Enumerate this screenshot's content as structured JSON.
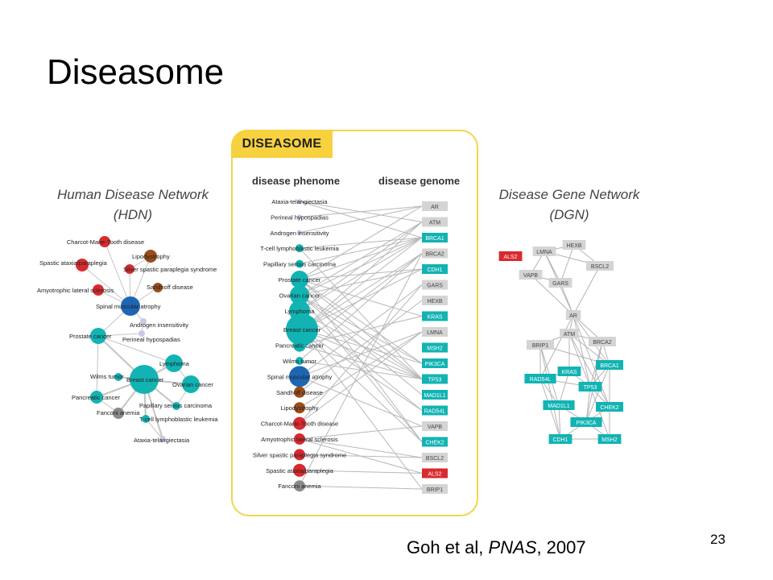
{
  "slide": {
    "title": "Diseasome",
    "page_number": "23",
    "citation": {
      "authors": "Goh et al, ",
      "journal": "PNAS",
      "year": ", 2007"
    }
  },
  "colors": {
    "teal": "#12b3b3",
    "red": "#d92a2f",
    "blue": "#1e66b4",
    "brown": "#9a4c1a",
    "gray": "#8a8a8a",
    "lavender": "#c9c9e8",
    "yellow": "#f7d13e",
    "lightgray": "#d4d4d4"
  },
  "center": {
    "tag": "DISEASOME",
    "phenome_heading": "disease phenome",
    "genome_heading": "disease genome",
    "diseases": [
      {
        "label": "Ataxia-telangiectasia",
        "color": "lavender",
        "size": 3
      },
      {
        "label": "Perineal hypospadias",
        "color": "lavender",
        "size": 3
      },
      {
        "label": "Androgen insensitivity",
        "color": "lavender",
        "size": 3
      },
      {
        "label": "T-cell lymphoblastic leukemia",
        "color": "teal",
        "size": 5
      },
      {
        "label": "Papillary serous carcinoma",
        "color": "teal",
        "size": 5
      },
      {
        "label": "Prostate cancer",
        "color": "teal",
        "size": 11
      },
      {
        "label": "Ovarian cancer",
        "color": "teal",
        "size": 12
      },
      {
        "label": "Lymphoma",
        "color": "teal",
        "size": 13
      },
      {
        "label": "Breast cancer",
        "color": "teal",
        "size": 20
      },
      {
        "label": "Pancreatic cancer",
        "color": "teal",
        "size": 8
      },
      {
        "label": "Wilms tumor",
        "color": "teal",
        "size": 5
      },
      {
        "label": "Spinal muscular atrophy",
        "color": "blue",
        "size": 13
      },
      {
        "label": "Sandhoff disease",
        "color": "brown",
        "size": 7
      },
      {
        "label": "Lipodystrophy",
        "color": "brown",
        "size": 7
      },
      {
        "label": "Charcot-Marie-Tooth disease",
        "color": "red",
        "size": 8
      },
      {
        "label": "Amyotrophic lateral sclerosis",
        "color": "red",
        "size": 7
      },
      {
        "label": "Silver spastic paraplegia syndrome",
        "color": "red",
        "size": 7
      },
      {
        "label": "Spastic ataxia/paraplegia",
        "color": "red",
        "size": 8
      },
      {
        "label": "Fanconi anemia",
        "color": "gray",
        "size": 7
      }
    ],
    "genes": [
      {
        "label": "AR",
        "color": "lightgray"
      },
      {
        "label": "ATM",
        "color": "lightgray"
      },
      {
        "label": "BRCA1",
        "color": "teal"
      },
      {
        "label": "BRCA2",
        "color": "lightgray"
      },
      {
        "label": "CDH1",
        "color": "teal"
      },
      {
        "label": "GARS",
        "color": "lightgray"
      },
      {
        "label": "HEXB",
        "color": "lightgray"
      },
      {
        "label": "KRAS",
        "color": "teal"
      },
      {
        "label": "LMNA",
        "color": "lightgray"
      },
      {
        "label": "MSH2",
        "color": "teal"
      },
      {
        "label": "PIK3CA",
        "color": "teal"
      },
      {
        "label": "TP53",
        "color": "teal"
      },
      {
        "label": "MAD1L1",
        "color": "teal"
      },
      {
        "label": "RAD54L",
        "color": "teal"
      },
      {
        "label": "VAPB",
        "color": "lightgray"
      },
      {
        "label": "CHEK2",
        "color": "teal"
      },
      {
        "label": "BSCL2",
        "color": "lightgray"
      },
      {
        "label": "ALS2",
        "color": "red"
      },
      {
        "label": "BRIP1",
        "color": "lightgray"
      }
    ],
    "links": [
      [
        0,
        1
      ],
      [
        0,
        2
      ],
      [
        1,
        0
      ],
      [
        2,
        0
      ],
      [
        3,
        2
      ],
      [
        3,
        11
      ],
      [
        4,
        2
      ],
      [
        5,
        0
      ],
      [
        5,
        2
      ],
      [
        5,
        4
      ],
      [
        5,
        7
      ],
      [
        5,
        10
      ],
      [
        5,
        11
      ],
      [
        5,
        15
      ],
      [
        6,
        1
      ],
      [
        6,
        2
      ],
      [
        6,
        4
      ],
      [
        6,
        10
      ],
      [
        6,
        11
      ],
      [
        6,
        12
      ],
      [
        6,
        15
      ],
      [
        7,
        1
      ],
      [
        7,
        2
      ],
      [
        7,
        11
      ],
      [
        7,
        13
      ],
      [
        8,
        1
      ],
      [
        8,
        2
      ],
      [
        8,
        3
      ],
      [
        8,
        4
      ],
      [
        8,
        10
      ],
      [
        8,
        11
      ],
      [
        8,
        13
      ],
      [
        8,
        15
      ],
      [
        8,
        18
      ],
      [
        9,
        3
      ],
      [
        9,
        7
      ],
      [
        9,
        11
      ],
      [
        10,
        3
      ],
      [
        10,
        11
      ],
      [
        11,
        5
      ],
      [
        11,
        8
      ],
      [
        11,
        14
      ],
      [
        12,
        6
      ],
      [
        13,
        8
      ],
      [
        14,
        5
      ],
      [
        14,
        8
      ],
      [
        15,
        14
      ],
      [
        15,
        16
      ],
      [
        15,
        17
      ],
      [
        16,
        16
      ],
      [
        17,
        17
      ],
      [
        18,
        18
      ],
      [
        18,
        3
      ]
    ]
  },
  "hdn": {
    "title_line1": "Human Disease Network",
    "title_line2": "(HDN)",
    "nodes": [
      {
        "label": "Charcot-Marie-Tooth disease",
        "color": "red",
        "size": 7
      },
      {
        "label": "Lipodystrophy",
        "color": "brown",
        "size": 8
      },
      {
        "label": "Spastic ataxia/paraplegia",
        "color": "red",
        "size": 8
      },
      {
        "label": "Silver spastic paraplegia syndrome",
        "color": "red",
        "size": 6
      },
      {
        "label": "Sandhoff disease",
        "color": "brown",
        "size": 6
      },
      {
        "label": "Amyotrophic lateral sclerosis",
        "color": "red",
        "size": 7
      },
      {
        "label": "Spinal muscular atrophy",
        "color": "blue",
        "size": 12
      },
      {
        "label": "Androgen insensitivity",
        "color": "lavender",
        "size": 4
      },
      {
        "label": "Prostate cancer",
        "color": "teal",
        "size": 10
      },
      {
        "label": "Perineal hypospadias",
        "color": "lavender",
        "size": 4
      },
      {
        "label": "Lymphoma",
        "color": "teal",
        "size": 11
      },
      {
        "label": "Wilms tumor",
        "color": "teal",
        "size": 5
      },
      {
        "label": "Breast cancer",
        "color": "teal",
        "size": 18
      },
      {
        "label": "Ovarian cancer",
        "color": "teal",
        "size": 11
      },
      {
        "label": "Pancreatic cancer",
        "color": "teal",
        "size": 8
      },
      {
        "label": "Fanconi anemia",
        "color": "gray",
        "size": 7
      },
      {
        "label": "Papillary serous carcinoma",
        "color": "teal",
        "size": 5
      },
      {
        "label": "T-cell lymphoblastic leukemia",
        "color": "teal",
        "size": 5
      },
      {
        "label": "Ataxia-telangiectasia",
        "color": "lavender",
        "size": 4
      }
    ],
    "edges": [
      [
        0,
        6
      ],
      [
        2,
        6
      ],
      [
        3,
        6
      ],
      [
        5,
        6
      ],
      [
        1,
        6
      ],
      [
        4,
        6
      ],
      [
        1,
        3
      ],
      [
        6,
        7
      ],
      [
        6,
        8
      ],
      [
        7,
        9
      ],
      [
        8,
        12
      ],
      [
        8,
        9
      ],
      [
        8,
        10
      ],
      [
        10,
        12
      ],
      [
        11,
        12
      ],
      [
        12,
        13
      ],
      [
        12,
        14
      ],
      [
        12,
        15
      ],
      [
        12,
        16
      ],
      [
        12,
        17
      ],
      [
        13,
        16
      ],
      [
        14,
        15
      ],
      [
        14,
        12
      ],
      [
        17,
        18
      ],
      [
        12,
        18
      ],
      [
        8,
        14
      ],
      [
        10,
        13
      ]
    ]
  },
  "dgn": {
    "title_line1": "Disease Gene Network",
    "title_line2": "(DGN)",
    "nodes": [
      {
        "label": "HEXB",
        "color": "lightgray"
      },
      {
        "label": "LMNA",
        "color": "lightgray"
      },
      {
        "label": "ALS2",
        "color": "red"
      },
      {
        "label": "BSCL2",
        "color": "lightgray"
      },
      {
        "label": "VAPB",
        "color": "lightgray"
      },
      {
        "label": "GARS",
        "color": "lightgray"
      },
      {
        "label": "AR",
        "color": "lightgray"
      },
      {
        "label": "ATM",
        "color": "lightgray"
      },
      {
        "label": "BRIP1",
        "color": "lightgray"
      },
      {
        "label": "BRCA2",
        "color": "lightgray"
      },
      {
        "label": "BRCA1",
        "color": "teal"
      },
      {
        "label": "KRAS",
        "color": "teal"
      },
      {
        "label": "RAD54L",
        "color": "teal"
      },
      {
        "label": "TP53",
        "color": "teal"
      },
      {
        "label": "MAD1L1",
        "color": "teal"
      },
      {
        "label": "CHEK2",
        "color": "teal"
      },
      {
        "label": "PIK3CA",
        "color": "teal"
      },
      {
        "label": "CDH1",
        "color": "teal"
      },
      {
        "label": "MSH2",
        "color": "teal"
      }
    ],
    "edges": [
      [
        0,
        1
      ],
      [
        0,
        3
      ],
      [
        0,
        5
      ],
      [
        1,
        4
      ],
      [
        1,
        5
      ],
      [
        1,
        3
      ],
      [
        4,
        5
      ],
      [
        3,
        6
      ],
      [
        5,
        6
      ],
      [
        4,
        6
      ],
      [
        1,
        6
      ],
      [
        6,
        7
      ],
      [
        6,
        9
      ],
      [
        6,
        10
      ],
      [
        6,
        12
      ],
      [
        6,
        13
      ],
      [
        6,
        15
      ],
      [
        7,
        8
      ],
      [
        7,
        9
      ],
      [
        7,
        10
      ],
      [
        7,
        11
      ],
      [
        7,
        13
      ],
      [
        7,
        15
      ],
      [
        8,
        10
      ],
      [
        8,
        12
      ],
      [
        8,
        14
      ],
      [
        8,
        17
      ],
      [
        9,
        10
      ],
      [
        9,
        13
      ],
      [
        9,
        16
      ],
      [
        10,
        13
      ],
      [
        10,
        15
      ],
      [
        10,
        16
      ],
      [
        10,
        18
      ],
      [
        11,
        12
      ],
      [
        11,
        13
      ],
      [
        11,
        14
      ],
      [
        12,
        13
      ],
      [
        12,
        14
      ],
      [
        12,
        17
      ],
      [
        13,
        15
      ],
      [
        13,
        16
      ],
      [
        13,
        18
      ],
      [
        14,
        16
      ],
      [
        14,
        17
      ],
      [
        15,
        16
      ],
      [
        15,
        18
      ],
      [
        16,
        17
      ],
      [
        16,
        18
      ],
      [
        17,
        18
      ]
    ]
  }
}
